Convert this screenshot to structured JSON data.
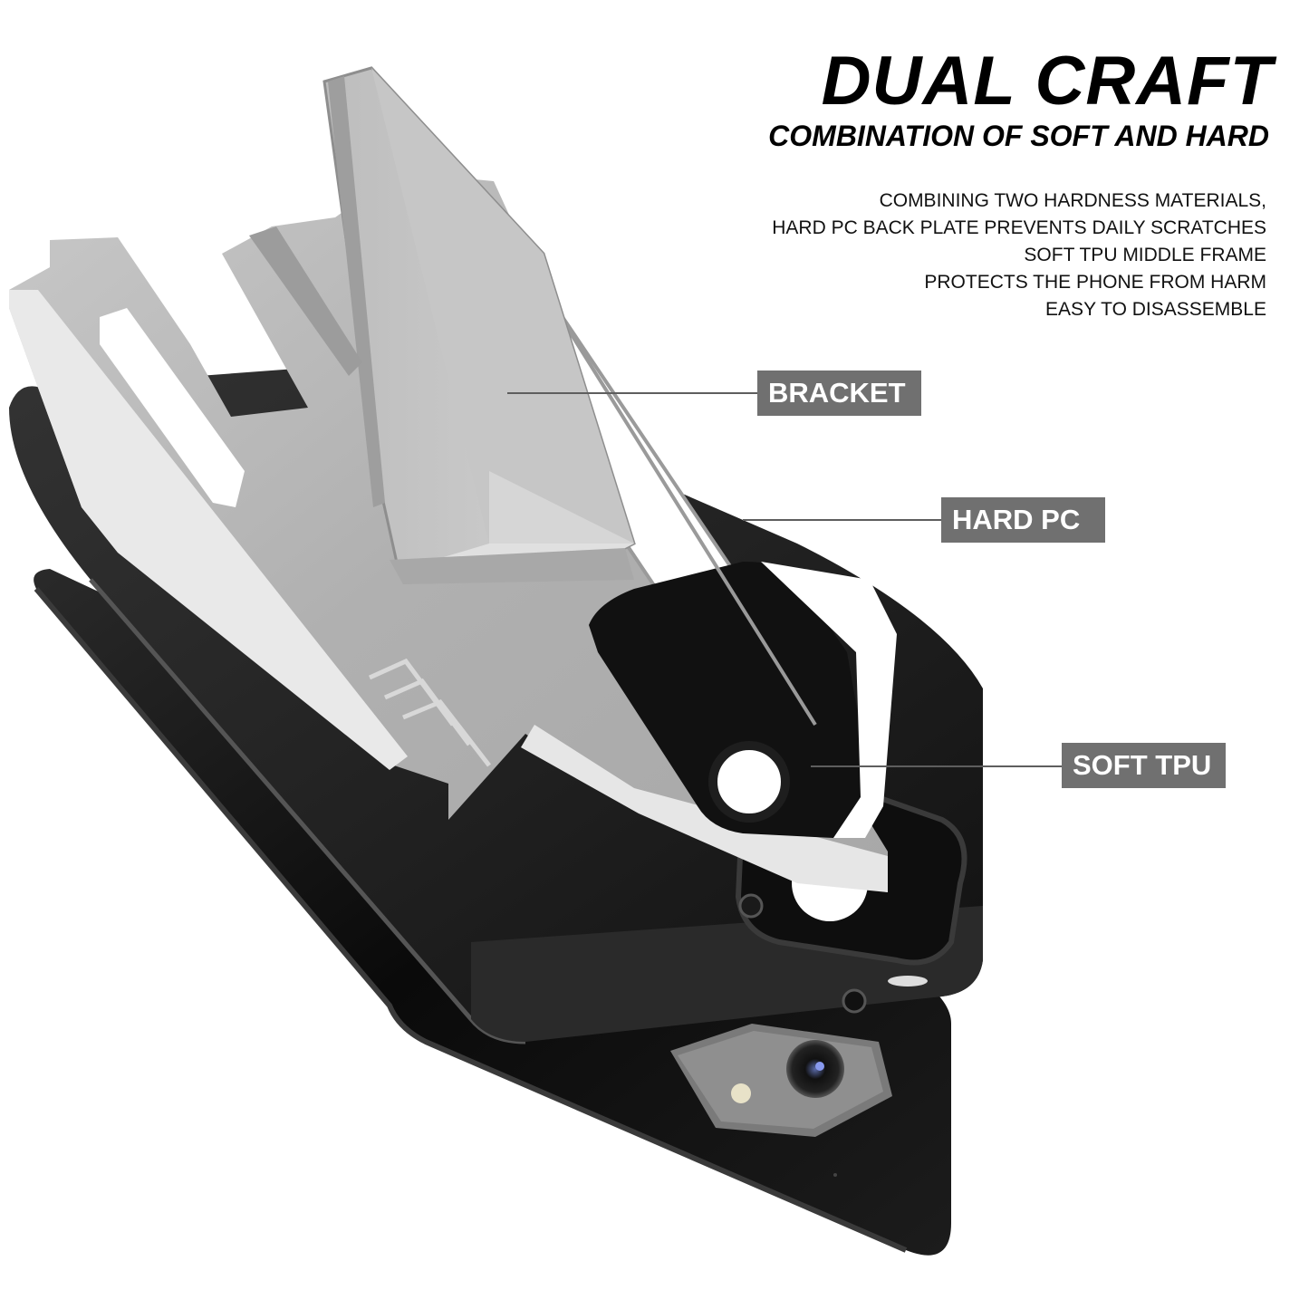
{
  "header": {
    "title": "DUAL CRAFT",
    "subtitle": "COMBINATION OF SOFT AND HARD"
  },
  "description": {
    "lines": [
      "COMBINING TWO HARDNESS MATERIALS,",
      "HARD PC BACK PLATE PREVENTS DAILY SCRATCHES",
      "SOFT TPU MIDDLE FRAME",
      "PROTECTS THE PHONE FROM HARM",
      "EASY TO DISASSEMBLE"
    ]
  },
  "callouts": [
    {
      "label": "BRACKET"
    },
    {
      "label": "HARD PC"
    },
    {
      "label": "SOFT TPU"
    }
  ],
  "colors": {
    "label_bg": "#707070",
    "label_text": "#ffffff",
    "case_silver": "#b8b8b8",
    "tpu_black": "#1a1a1a",
    "phone_black": "#0d0d0d"
  },
  "illustration": {
    "layers": [
      "bracket-kickstand",
      "hard-pc-back-plate",
      "soft-tpu-frame",
      "phone"
    ]
  }
}
